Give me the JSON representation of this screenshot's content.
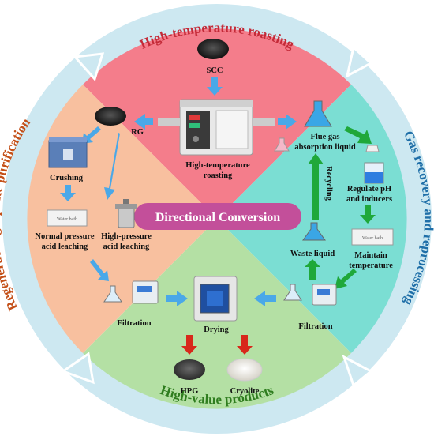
{
  "colors": {
    "top": "#f47d8b",
    "right": "#7bded3",
    "bottom": "#b4e0a4",
    "left": "#f8c09f",
    "outer_ring": "#cde8f1",
    "arrow_blue": "#4aa8e8",
    "arrow_green": "#1fa83a",
    "arrow_red": "#d8281b",
    "center_pill": "#c34f9a",
    "ring_top_text": "#c42a38",
    "ring_right_text": "#1f6fa8",
    "ring_bottom_text": "#2f7d1f",
    "ring_left_text": "#c45018"
  },
  "ring_labels": {
    "top": "High-temperature roasting",
    "right": "Gas recovery and reprocessing",
    "bottom": "High-value products",
    "left": "Regenerated graphite purification"
  },
  "center_label": "Directional Conversion",
  "top_section": {
    "scc": "SCC",
    "roasting": [
      "High-temperature",
      "roasting"
    ]
  },
  "left_section": {
    "rg": "RG",
    "crushing": "Crushing",
    "normal_pressure": [
      "Normal pressure",
      "acid leaching"
    ],
    "high_pressure": [
      "High-pressure",
      "acid leaching"
    ],
    "filtration": "Filtration"
  },
  "right_section": {
    "flue_gas": [
      "Flue gas",
      "absorption liquid"
    ],
    "recycling": "Recycling",
    "regulate": [
      "Regulate pH",
      "and inducers"
    ],
    "waste_liquid": "Waste liquid",
    "maintain": [
      "Maintain",
      "temperature"
    ],
    "filtration": "Filtration"
  },
  "bottom_section": {
    "drying": "Drying",
    "hpg": "HPG",
    "cryolite": "Cryolite"
  },
  "icons": [
    "scc-powder-icon",
    "tube-furnace-icon",
    "rg-powder-icon",
    "crusher-icon",
    "water-bath-icon",
    "autoclave-icon",
    "flask-icon",
    "filtration-pump-icon",
    "drying-oven-icon",
    "hpg-powder-icon",
    "cryolite-powder-icon"
  ]
}
